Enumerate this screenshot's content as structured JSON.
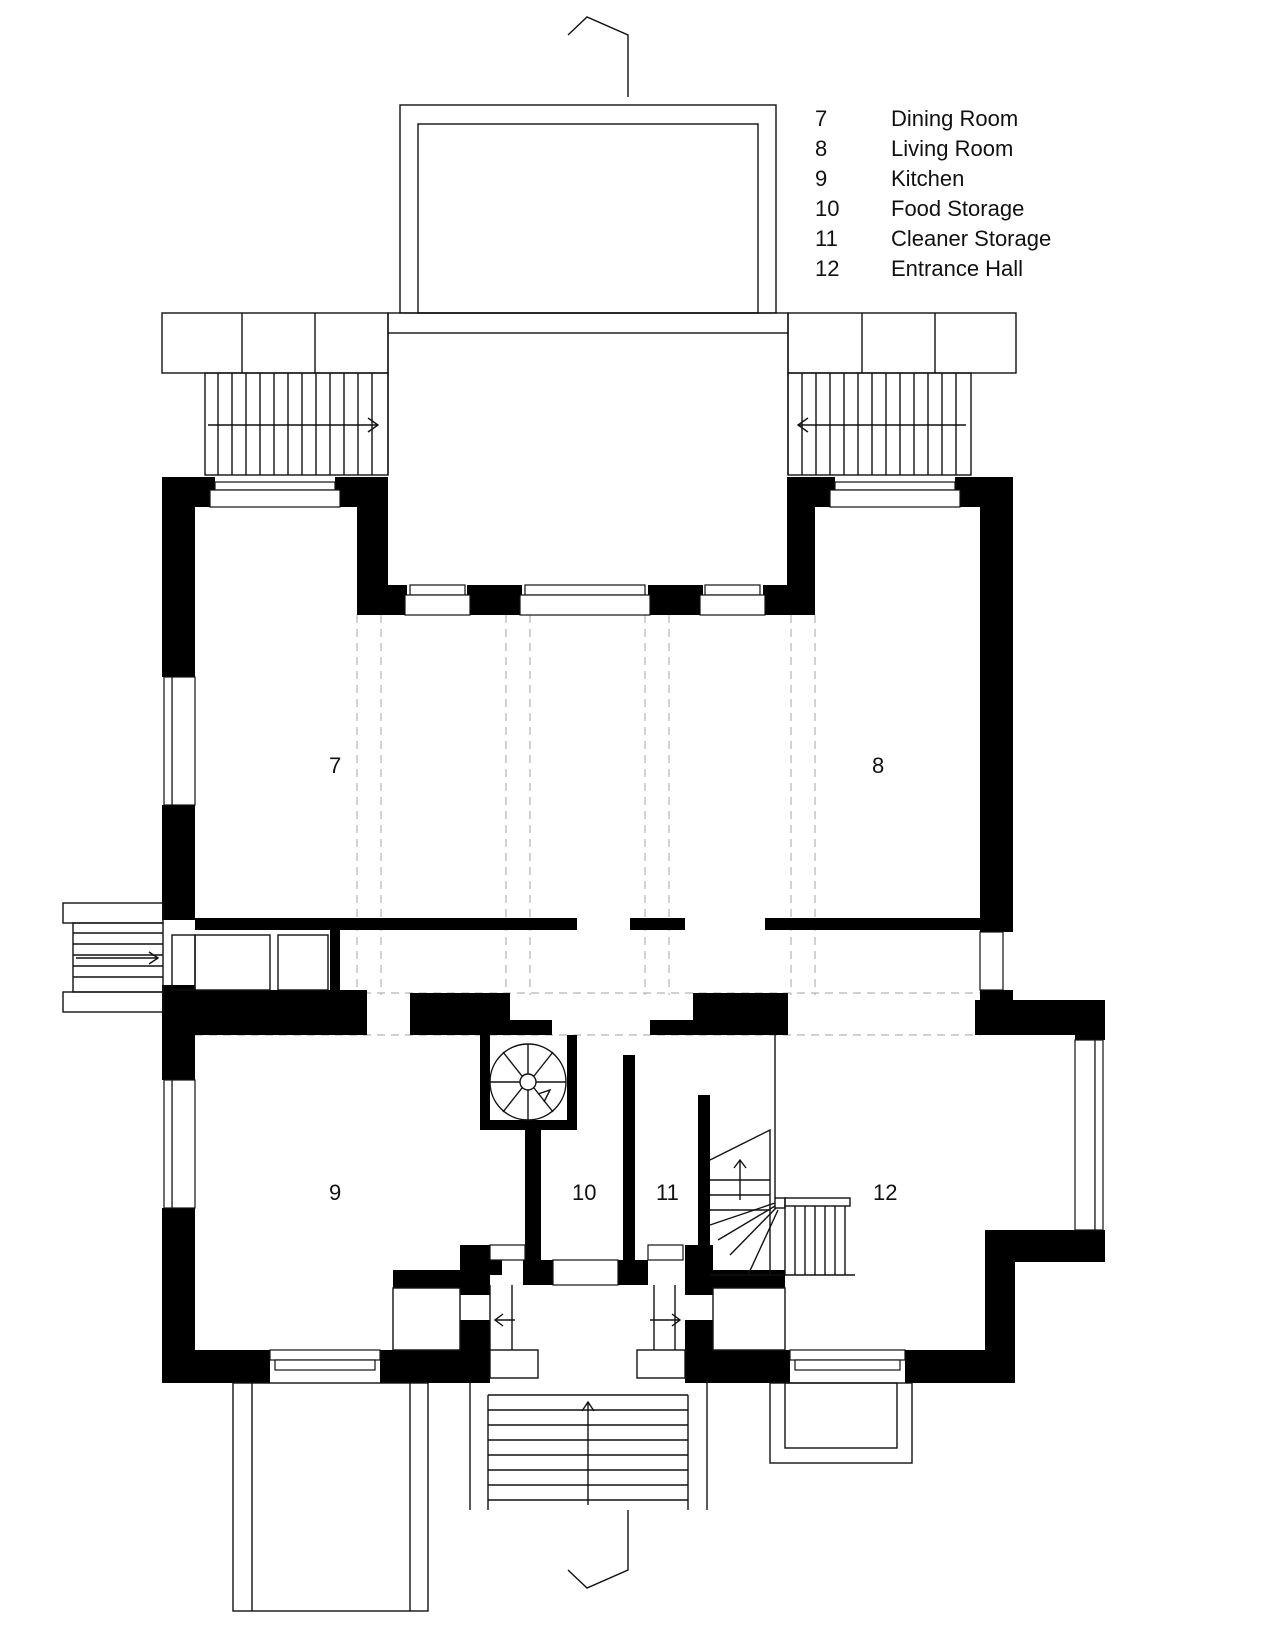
{
  "legend": [
    {
      "number": "7",
      "name": "Dining Room"
    },
    {
      "number": "8",
      "name": "Living Room"
    },
    {
      "number": "9",
      "name": "Kitchen"
    },
    {
      "number": "10",
      "name": "Food Storage"
    },
    {
      "number": "11",
      "name": "Cleaner Storage"
    },
    {
      "number": "12",
      "name": "Entrance Hall"
    }
  ],
  "rooms": {
    "r7": "7",
    "r8": "8",
    "r9": "9",
    "r10": "10",
    "r11": "11",
    "r12": "12"
  }
}
